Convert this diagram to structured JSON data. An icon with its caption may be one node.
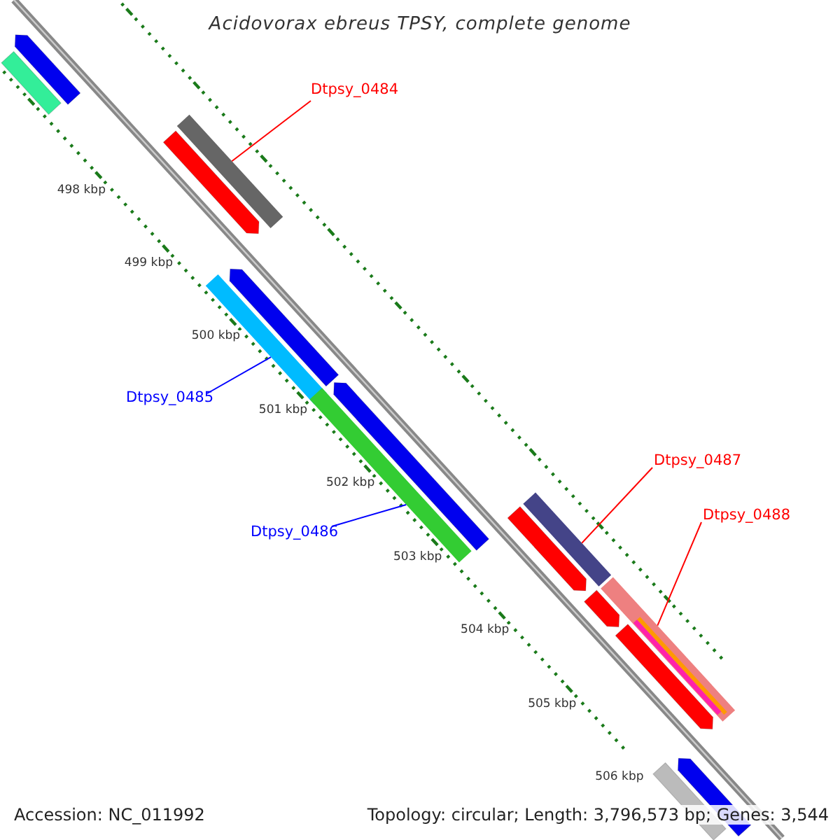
{
  "diagram": {
    "title": "Acidovorax ebreus TPSY, complete genome",
    "nodes": [
      {
        "text": [
          "Dtpsy_0484"
        ]
      },
      {
        "text": [],
        "shape": "bar"
      },
      {
        "text": [
          "Dtpsy_0485"
        ]
      },
      {
        "text": [],
        "shape": "bar"
      },
      {
        "text": [
          "Dtpsy_0486"
        ]
      },
      {
        "text": [],
        "shape": "bar"
      },
      {
        "text": [
          "Dtpsy_0487"
        ]
      },
      {
        "text": [],
        "shape": "bar"
      },
      {
        "text": [
          "Dtpsy_0488"
        ]
      },
      {
        "text": [],
        "shape": "bar"
      }
    ],
    "edges": [
      {
        "from": 0,
        "to": 1,
        "arrow": "none"
      },
      {
        "from": 2,
        "to": 3,
        "arrow": "none",
        "color": "#0000ff"
      },
      {
        "from": 4,
        "to": 5,
        "arrow": "none",
        "color": "#0000ff"
      },
      {
        "from": 6,
        "to": 7,
        "arrow": "none"
      },
      {
        "from": 8,
        "to": 9,
        "arrow": "none"
      }
    ],
    "labels": [
      "498 kbp",
      "499 kbp",
      "500 kbp",
      "501 kbp",
      "502 kbp",
      "503 kbp",
      "504 kbp",
      "505 kbp",
      "506 kbp",
      "Accession: NC_011992",
      "Topology: circular; Length: 3,796,573 bp; Genes: 3,544"
    ]
  }
}
